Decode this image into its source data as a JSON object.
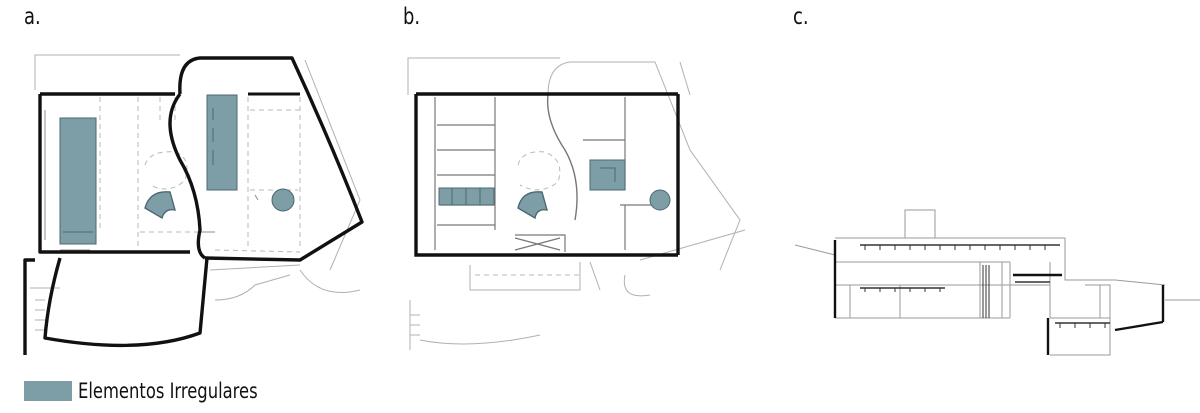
{
  "panels": [
    {
      "label": "a."
    },
    {
      "label": "b."
    },
    {
      "label": "c."
    }
  ],
  "legend": {
    "label": "Elementos Irregulares",
    "color": "#7d9ea6"
  },
  "colors": {
    "wall": "#111111",
    "thin_line": "#9a9a9a",
    "dashed": "#b5b5b5",
    "highlight": "#7d9ea6"
  }
}
